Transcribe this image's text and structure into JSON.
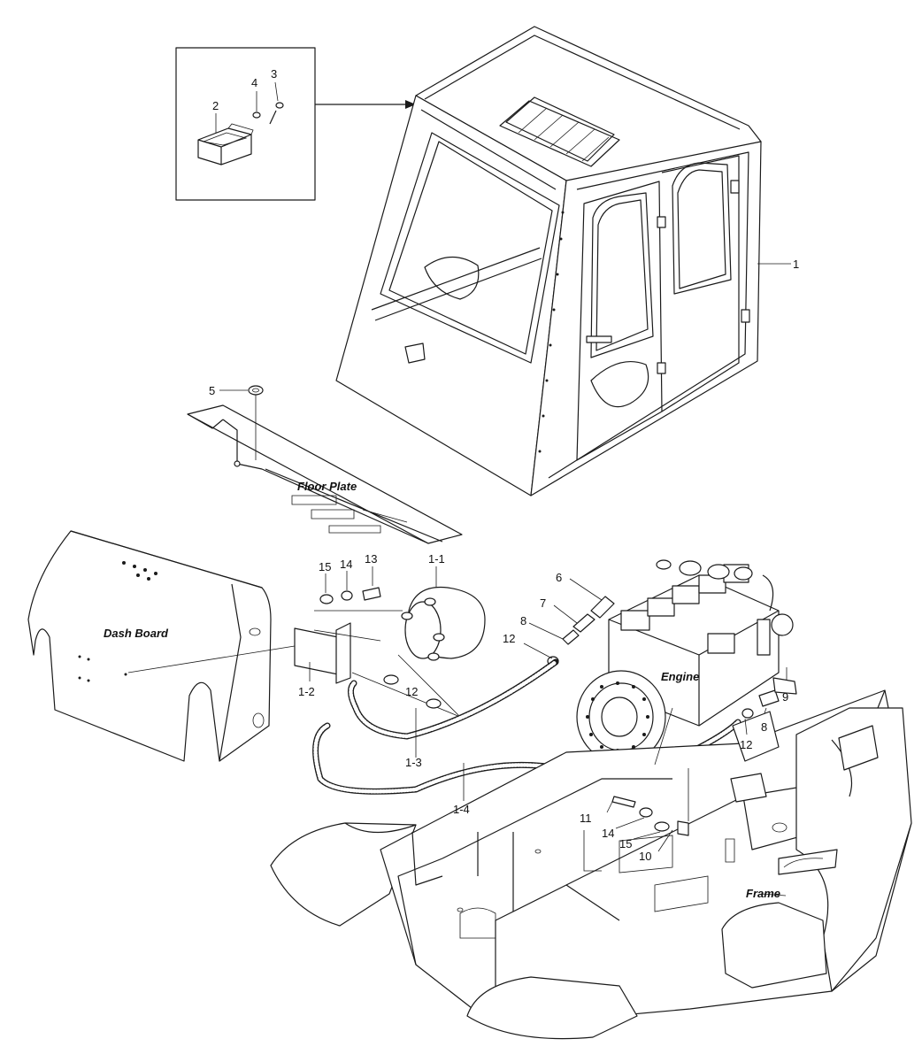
{
  "callouts": {
    "c1": "1",
    "c1_1": "1-1",
    "c1_2": "1-2",
    "c1_3": "1-3",
    "c1_4": "1-4",
    "c2": "2",
    "c3": "3",
    "c4": "4",
    "c5": "5",
    "c6": "6",
    "c7": "7",
    "c8a": "8",
    "c8b": "8",
    "c9": "9",
    "c10": "10",
    "c11": "11",
    "c12a": "12",
    "c12b": "12",
    "c12c": "12",
    "c13": "13",
    "c14a": "14",
    "c14b": "14",
    "c15a": "15",
    "c15b": "15"
  },
  "areas": {
    "floor_plate": "Floor Plate",
    "dash_board": "Dash Board",
    "engine": "Engine",
    "frame": "Frame"
  }
}
